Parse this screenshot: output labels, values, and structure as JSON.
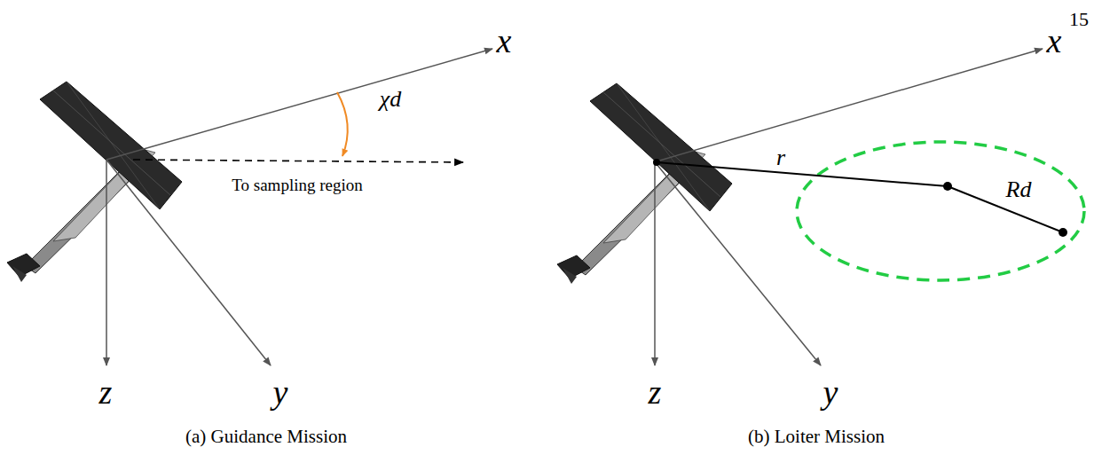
{
  "diagram": {
    "labels": [
      "15",
      "x",
      "χd",
      "To sampling region",
      "z",
      "y",
      "(a) Guidance Mission",
      "x",
      "r",
      "Rd",
      "z",
      "y",
      "(b) Loiter Mission"
    ]
  }
}
